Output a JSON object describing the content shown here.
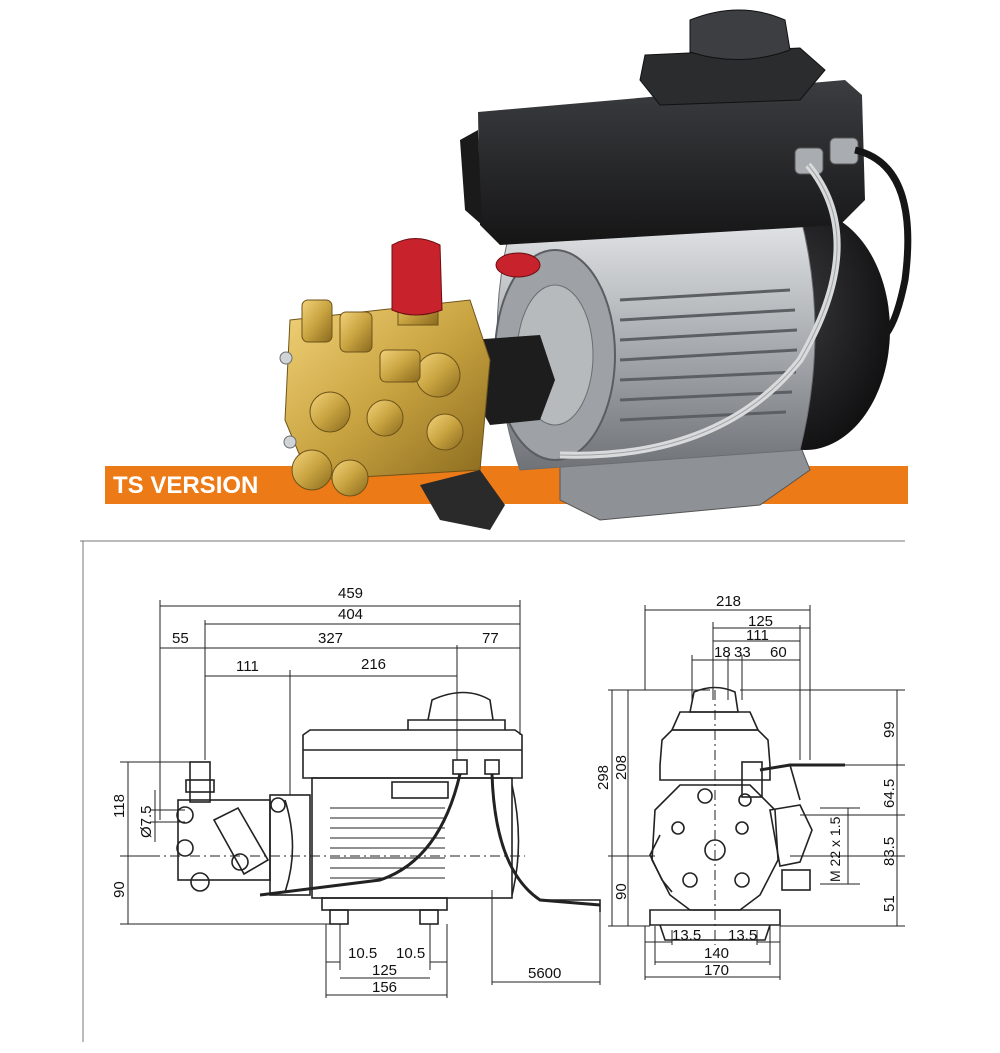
{
  "colors": {
    "banner": "#ec7a16",
    "brass": "#c9a441",
    "motor_body": "#b9bcbf",
    "motor_cap": "#1d1d1f",
    "terminal_box": "#2a2b2d",
    "valve_red": "#c8232c",
    "line": "#222222"
  },
  "banner": {
    "label": "TS VERSION"
  },
  "side_view": {
    "d459": "459",
    "d404": "404",
    "d327": "327",
    "d77": "77",
    "d55": "55",
    "d111": "111",
    "d216": "216",
    "d118": "118",
    "d90": "90",
    "dbore": "Ø7.5",
    "d10_5a": "10.5",
    "d10_5b": "10.5",
    "d125": "125",
    "d156": "156",
    "d5600": "5600"
  },
  "front_view": {
    "d218": "218",
    "d125": "125",
    "d111": "111",
    "d18": "18",
    "d33": "33",
    "d60": "60",
    "d298": "298",
    "d208": "208",
    "d90": "90",
    "d99": "99",
    "d64_5": "64.5",
    "d83_5": "83.5",
    "d51": "51",
    "thread": "M 22 x 1.5",
    "d13_5a": "13.5",
    "d13_5b": "13.5",
    "d140": "140",
    "d170": "170"
  }
}
